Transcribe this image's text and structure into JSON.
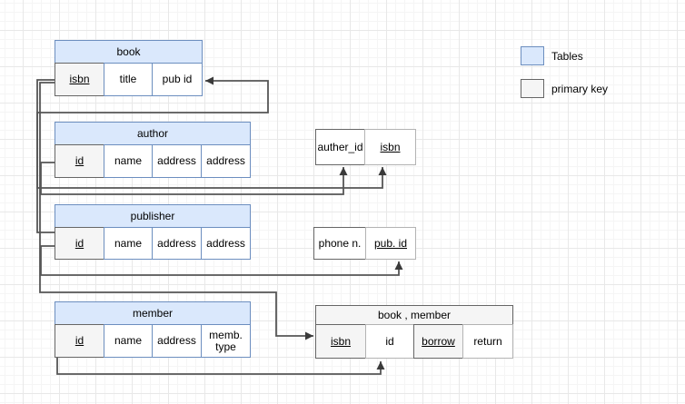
{
  "legend": {
    "items": [
      {
        "label": "Tables",
        "swatch_fill": "#dae8fc",
        "swatch_border": "#6c8ebf"
      },
      {
        "label": "primary key",
        "swatch_fill": "#f5f5f5",
        "swatch_border": "#666666"
      }
    ]
  },
  "tables": {
    "book": {
      "title": "book",
      "columns": [
        {
          "label": "isbn",
          "pk": true
        },
        {
          "label": "title",
          "pk": false
        },
        {
          "label": "pub id",
          "pk": false
        }
      ]
    },
    "author": {
      "title": "author",
      "columns": [
        {
          "label": "id",
          "pk": true
        },
        {
          "label": "name",
          "pk": false
        },
        {
          "label": "address",
          "pk": false
        },
        {
          "label": "address",
          "pk": false
        }
      ]
    },
    "publisher": {
      "title": "publisher",
      "columns": [
        {
          "label": "id",
          "pk": true
        },
        {
          "label": "name",
          "pk": false
        },
        {
          "label": "address",
          "pk": false
        },
        {
          "label": "address",
          "pk": false
        }
      ]
    },
    "member": {
      "title": "member",
      "columns": [
        {
          "label": "id",
          "pk": true
        },
        {
          "label": "name",
          "pk": false
        },
        {
          "label": "address",
          "pk": false
        },
        {
          "label": "memb. type",
          "pk": false
        }
      ]
    },
    "author_isbn_rel": {
      "columns": [
        {
          "label": "auther_id",
          "pk": false
        },
        {
          "label": "isbn",
          "pk": true
        }
      ]
    },
    "publisher_phone_rel": {
      "columns": [
        {
          "label": "phone n.",
          "pk": false
        },
        {
          "label": "pub. id",
          "pk": true
        }
      ]
    },
    "book_member_rel": {
      "title": "book , member",
      "columns": [
        {
          "label": "isbn",
          "pk": true
        },
        {
          "label": "id",
          "pk": false
        },
        {
          "label": "borrow",
          "pk": true
        },
        {
          "label": "return",
          "pk": false
        }
      ]
    }
  },
  "connectors": [
    {
      "from": "book.isbn",
      "to": "author_isbn_rel.isbn"
    },
    {
      "from": "author.id",
      "to": "author_isbn_rel.auther_id"
    },
    {
      "from": "publisher.id",
      "to": "book.pub id"
    },
    {
      "from": "publisher.id",
      "to": "publisher_phone_rel.pub. id"
    },
    {
      "from": "book.isbn",
      "to": "book_member_rel.isbn"
    },
    {
      "from": "member.id",
      "to": "book_member_rel.id"
    }
  ],
  "colors": {
    "table_header_fill": "#dae8fc",
    "table_border": "#6c8ebf",
    "primary_key_fill": "#f5f5f5",
    "primary_key_border": "#666666",
    "connector": "#565656"
  }
}
